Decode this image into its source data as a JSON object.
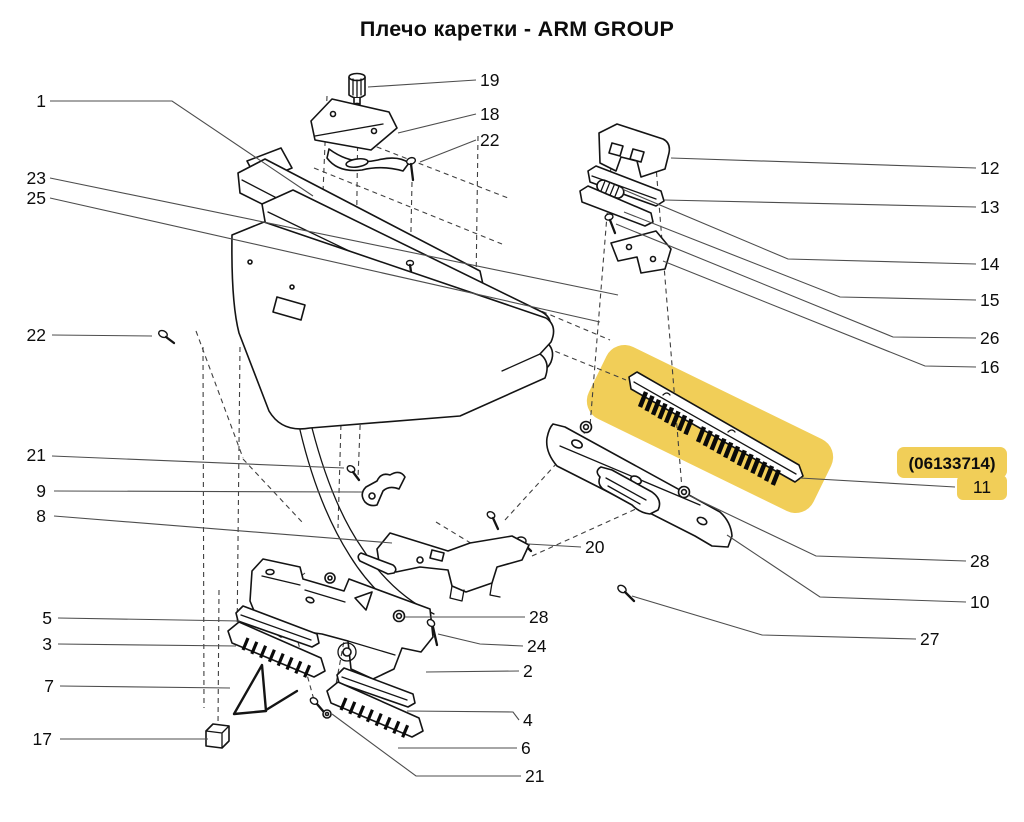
{
  "title": "Плечо каретки - ARM GROUP",
  "highlight": {
    "part_number": "(06133714)",
    "callout": "11",
    "color": "#f1ce58"
  },
  "colors": {
    "background": "#ffffff",
    "line": "#141414",
    "leader": "#4d4d4d",
    "highlight": "#f1ce58"
  },
  "callouts": [
    {
      "id": "1",
      "label": "1"
    },
    {
      "id": "23",
      "label": "23"
    },
    {
      "id": "25",
      "label": "25"
    },
    {
      "id": "22-left",
      "label": "22"
    },
    {
      "id": "21-left",
      "label": "21"
    },
    {
      "id": "9",
      "label": "9"
    },
    {
      "id": "8",
      "label": "8"
    },
    {
      "id": "5",
      "label": "5"
    },
    {
      "id": "3",
      "label": "3"
    },
    {
      "id": "7",
      "label": "7"
    },
    {
      "id": "17",
      "label": "17"
    },
    {
      "id": "19",
      "label": "19"
    },
    {
      "id": "18",
      "label": "18"
    },
    {
      "id": "22-top",
      "label": "22"
    },
    {
      "id": "12",
      "label": "12"
    },
    {
      "id": "13",
      "label": "13"
    },
    {
      "id": "14",
      "label": "14"
    },
    {
      "id": "15",
      "label": "15"
    },
    {
      "id": "26",
      "label": "26"
    },
    {
      "id": "16",
      "label": "16"
    },
    {
      "id": "28-right",
      "label": "28"
    },
    {
      "id": "10",
      "label": "10"
    },
    {
      "id": "27",
      "label": "27"
    },
    {
      "id": "20",
      "label": "20"
    },
    {
      "id": "28-mid",
      "label": "28"
    },
    {
      "id": "24",
      "label": "24"
    },
    {
      "id": "2",
      "label": "2"
    },
    {
      "id": "4",
      "label": "4"
    },
    {
      "id": "6",
      "label": "6"
    },
    {
      "id": "21-bottom",
      "label": "21"
    }
  ]
}
